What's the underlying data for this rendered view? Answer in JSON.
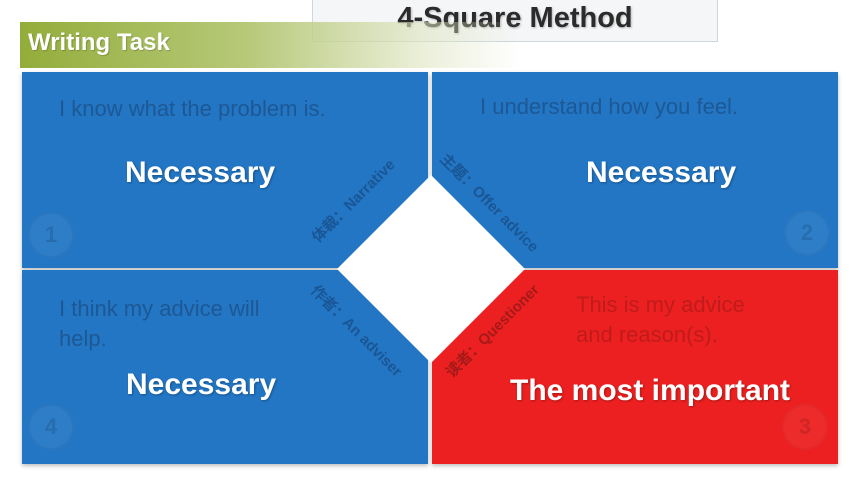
{
  "header": {
    "title": "4-Square Method",
    "banner": "Writing Task"
  },
  "quadrants": {
    "q1": {
      "prompt": "I know what the problem is.",
      "label": "Necessary",
      "number": "1"
    },
    "q2": {
      "prompt": "I understand how you feel.",
      "label": "Necessary",
      "number": "2"
    },
    "q3": {
      "prompt_line1": "This is my advice",
      "prompt_line2": "and reason(s).",
      "label": "The most important",
      "number": "3"
    },
    "q4": {
      "prompt_line1": "I think my advice will",
      "prompt_line2": "help.",
      "label": "Necessary",
      "number": "4"
    }
  },
  "diamond_edges": {
    "genre": "体裁：Narrative",
    "topic": "主题：Offer advice",
    "author": "作者：An adviser",
    "reader": "读者：Questioner"
  },
  "colors": {
    "blue": "#2276c4",
    "red": "#ec2020",
    "banner_green": "#93ad3b"
  }
}
